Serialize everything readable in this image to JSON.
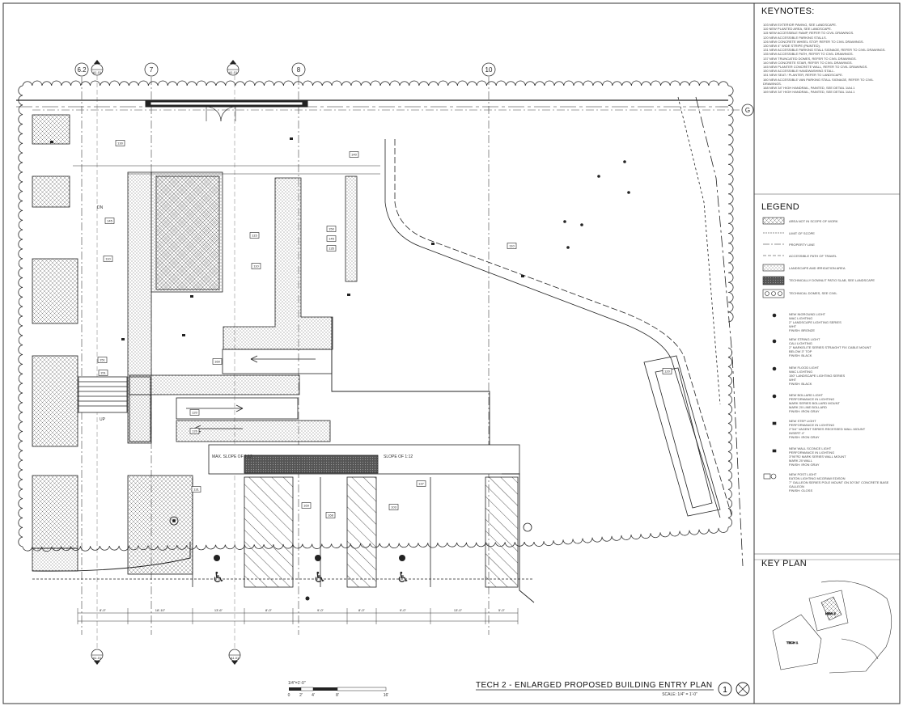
{
  "sheet": {
    "title": "TECH 2 - ENLARGED PROPOSED BUILDING ENTRY PLAN",
    "scale_note": "SCALE: 1/4\" = 1'-0\"",
    "drawing_number": "1",
    "scale_bar": {
      "label": "1/4\"=1'-0\"",
      "ticks": [
        "0",
        "2'",
        "4'",
        "8'",
        "16'"
      ]
    }
  },
  "grid_lines": [
    {
      "id": "6.2"
    },
    {
      "id": "7"
    },
    {
      "id": "8"
    },
    {
      "id": "10"
    },
    {
      "id": "G"
    }
  ],
  "section_markers": [
    {
      "label": "A1.01"
    },
    {
      "label": "A1.01"
    },
    {
      "label": "A1.01"
    },
    {
      "label": "A1.01"
    }
  ],
  "keynotes": {
    "title": "KEYNOTES:",
    "items": [
      "103   NEW EXTERIOR PAVING, SEE LANDSCAPE.",
      "110   NEW PLANTED AREA, SEE LANDSCAPE.",
      "115   NEW ACCESSIBLE RAMP, REFER TO CIVIL DRAWINGS.",
      "120   NEW ACCESSIBLE PARKING STALLS.",
      "126   NEW CONCRETE WHEEL STOP, REFER TO CIVIL DRAWINGS.",
      "130   NEW 4\" WIDE STRIPE (PAINTED).",
      "131   NEW ACCESSIBLE PARKING STALL SIGNAGE, REFER TO CIVIL DRAWINGS.",
      "135   NEW ACCESSIBLE PATH, REFER TO CIVIL DRAWINGS.",
      "137   NEW TRUNCATED DOMES, REFER TO CIVIL DRAWINGS.",
      "140   NEW CONCRETE STAIR, REFER TO CIVIL DRAWINGS.",
      "145   NEW PLANTER CONCRETE WALL, REFER TO CIVIL DRAWINGS.",
      "150   NEW ACCESSIBLE HANDWASHING STALL.",
      "151   NEW SEAT / PLANTER, REFER TO LANDSCAPE.",
      "160   NEW ACCESSIBLE VAN PARKING STALL SIGNAGE, REFER TO CIVIL",
      "         DRAWINGS.",
      "168   NEW 34\" HIGH HANDRAIL, PAINTED, SEE DETAIL 1/A4.1",
      "169   NEW 34\" HIGH HANDRAIL, PAINTED, SEE DETAIL 1/A4.1"
    ]
  },
  "legend": {
    "title": "LEGEND",
    "items": [
      {
        "label": "AREA NOT IN SCOPE OF WORK"
      },
      {
        "label": "LIMIT OF SCOPE"
      },
      {
        "label": "PROPERTY LINE"
      },
      {
        "label": "ACCESSIBLE PATH OF TRAVEL"
      },
      {
        "label": "LANDSCAPE AND IRRIGATION AREA"
      },
      {
        "label": "TECHNICALLY DOWNLIT PATIO SLAB, SEE LANDSCAPE"
      },
      {
        "label": "TECHNICAL DOMES, SEE CIVIL"
      },
      {
        "label": "NEW INGROUND LIGHT\nWAC LIGHTING\n2\" LANDSCAPE LIGHTING SERIES\nWHT\nFINISH: BRONZE"
      },
      {
        "label": "NEW STRING LIGHT\nCALI LIGHTING\n2\" MARKELITE SERIES STRAIGHT FIX CABLE MOUNT\nBELOW 3\" TOP\nFINISH: BLACK"
      },
      {
        "label": "NEW FLOOD LIGHT\nWAC LIGHTING\n150\" LANDSCAPE LIGHTING SERIES\nWHT\nFINISH: BLACK"
      },
      {
        "label": "NEW BOLLARD LIGHT\nPERFORMANCE IN LIGHTING\nMARK SERIES BOLLARD MOUNT\nMARK 20 LINE BOLLARD\nFINISH: IRON GRAY"
      },
      {
        "label": "NEW STEP LIGHT\nPERFORMANCE IN LIGHTING\n2\"3/4\" VAGENT SERIES RECESSED WALL MOUNT\nINSERT 4\"\nFINISH: IRON GRAY"
      },
      {
        "label": "NEW WALL SCONCE LIGHT\nPERFORMANCE IN LIGHTING\n3\"90\"R2 MARK SERIES WALL MOUNT\nMARK 20 WALL\nFINISH: IRON GRAY"
      },
      {
        "label": "NEW POST LIGHT\nEATON LIGHTING MCGRAW EDISON\n7\" GALLEON SERIES POLE MOUNT ON 30\"/36\" CONCRETE BASE\nGALLEON\nFINISH: GLOSS"
      }
    ]
  },
  "key_plan": {
    "title": "KEY PLAN",
    "labels": [
      "NEW 2",
      "TECH 1"
    ]
  },
  "plan_labels": {
    "ramp_left": "MAX. SLOPE OF 1:12",
    "ramp_right": "SLOPE OF 1:12",
    "up_label": "UP",
    "dn_label": "DN"
  },
  "plan_tags": [
    "130",
    "140",
    "145",
    "115",
    "110",
    "110",
    "150",
    "145",
    "135",
    "151",
    "151",
    "160",
    "120",
    "126",
    "131",
    "169",
    "168",
    "103",
    "137",
    "110",
    "120"
  ],
  "dimensions": [
    "8'-0\"",
    "18'-10\"",
    "13'-6\"",
    "8'-0\"",
    "9'-0\"",
    "8'-0\"",
    "9'-0\"",
    "13'-0\"",
    "5'-0\""
  ],
  "colors": {
    "line": "#222222",
    "hatch": "#555555",
    "cloud": "#333333",
    "paper": "#ffffff"
  }
}
